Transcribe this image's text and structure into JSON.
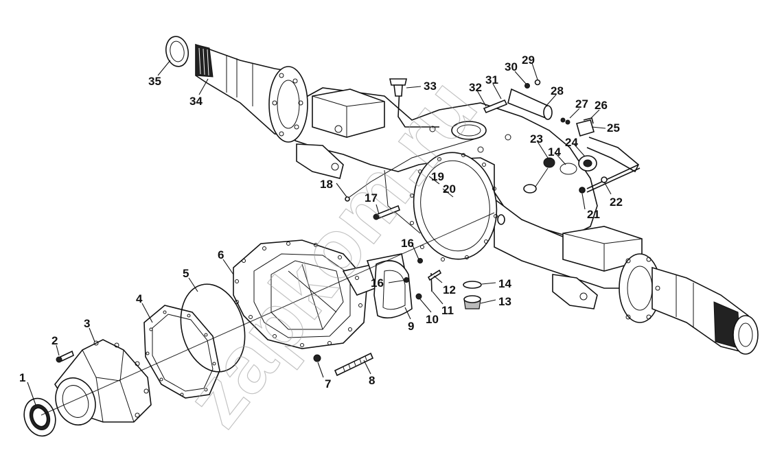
{
  "watermark": {
    "text": "zapkom.ru",
    "color": "#9a9a9a"
  },
  "callouts": [
    {
      "id": "1",
      "text": "1"
    },
    {
      "id": "2",
      "text": "2"
    },
    {
      "id": "3",
      "text": "3"
    },
    {
      "id": "4",
      "text": "4"
    },
    {
      "id": "5",
      "text": "5"
    },
    {
      "id": "6",
      "text": "6"
    },
    {
      "id": "7",
      "text": "7"
    },
    {
      "id": "8",
      "text": "8"
    },
    {
      "id": "9",
      "text": "9"
    },
    {
      "id": "10",
      "text": "10"
    },
    {
      "id": "11",
      "text": "11"
    },
    {
      "id": "12",
      "text": "12"
    },
    {
      "id": "13",
      "text": "13"
    },
    {
      "id": "14a",
      "text": "14"
    },
    {
      "id": "14b",
      "text": "14"
    },
    {
      "id": "16a",
      "text": "16"
    },
    {
      "id": "16b",
      "text": "16"
    },
    {
      "id": "17",
      "text": "17"
    },
    {
      "id": "18",
      "text": "18"
    },
    {
      "id": "19",
      "text": "19"
    },
    {
      "id": "20",
      "text": "20"
    },
    {
      "id": "21",
      "text": "21"
    },
    {
      "id": "22",
      "text": "22"
    },
    {
      "id": "23",
      "text": "23"
    },
    {
      "id": "24",
      "text": "24"
    },
    {
      "id": "25",
      "text": "25"
    },
    {
      "id": "26",
      "text": "26"
    },
    {
      "id": "27",
      "text": "27"
    },
    {
      "id": "28",
      "text": "28"
    },
    {
      "id": "29",
      "text": "29"
    },
    {
      "id": "30",
      "text": "30"
    },
    {
      "id": "31",
      "text": "31"
    },
    {
      "id": "32",
      "text": "32"
    },
    {
      "id": "33",
      "text": "33"
    },
    {
      "id": "34",
      "text": "34"
    },
    {
      "id": "35",
      "text": "35"
    }
  ]
}
